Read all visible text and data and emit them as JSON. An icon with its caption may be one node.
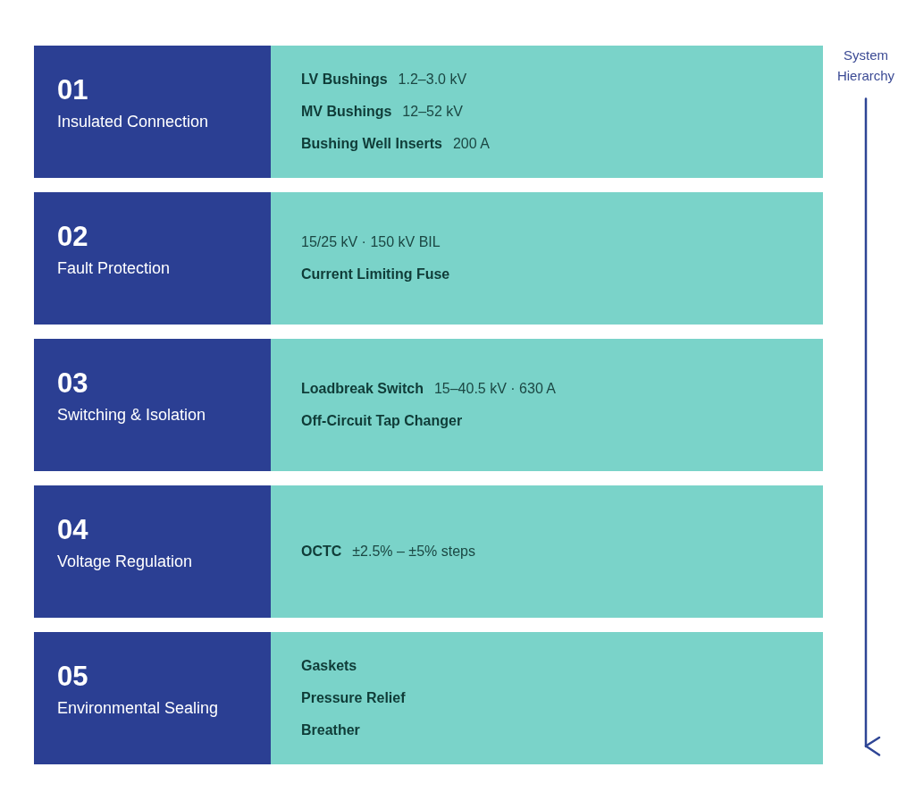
{
  "diagram": {
    "nodes": [
      {
        "text": [
          "01",
          "Insulated Connection"
        ]
      },
      {
        "text": [
          "LV Bushings",
          "1.2–3.0 kV",
          "MV Bushings",
          "12–52 kV",
          "Bushing Well Inserts",
          "200 A"
        ]
      },
      {
        "text": [
          "02",
          "Fault Protection"
        ]
      },
      {
        "text": [
          "15/25 kV · 150 kV BIL",
          "Current Limiting Fuse"
        ]
      },
      {
        "text": [
          "03",
          "Switching & Isolation"
        ]
      },
      {
        "text": [
          "Loadbreak Switch",
          "15–40.5 kV · 630 A",
          "Off-Circuit Tap Changer"
        ]
      },
      {
        "text": [
          "04",
          "Voltage Regulation"
        ]
      },
      {
        "text": [
          "OCTC",
          "±2.5% – ±5% steps"
        ]
      },
      {
        "text": [
          "05",
          "Environmental Sealing"
        ]
      },
      {
        "text": [
          "Gaskets",
          "Pressure Relief",
          "Breather"
        ]
      }
    ],
    "labels": [
      "System Hierarchy"
    ]
  }
}
